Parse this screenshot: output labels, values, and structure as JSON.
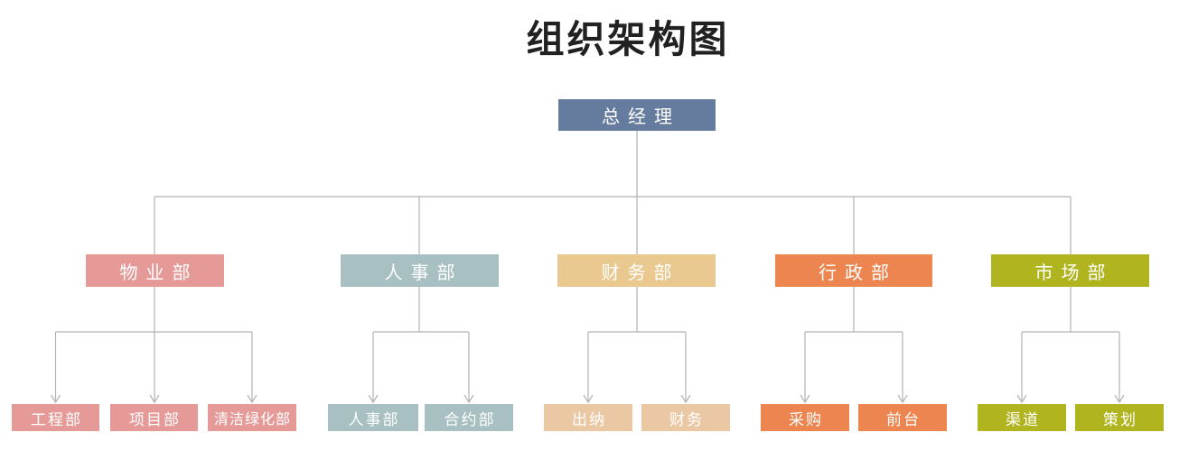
{
  "title": "组织架构图",
  "palette": {
    "slate": "#667C9E",
    "salmon": "#E69A98",
    "bluegray": "#A8C0C1",
    "gold": "#E9C98F",
    "peach": "#EBC8A4",
    "orange": "#EC8550",
    "olive": "#B0B41F",
    "line": "#B2B2B2",
    "title": "#212121",
    "box_text": "#FFFFFF"
  },
  "root": {
    "label": "总经理"
  },
  "departments": [
    {
      "label": "物业部",
      "children": [
        {
          "label": "工程部"
        },
        {
          "label": "项目部"
        },
        {
          "label": "清洁绿化部"
        }
      ]
    },
    {
      "label": "人事部",
      "children": [
        {
          "label": "人事部"
        },
        {
          "label": "合约部"
        }
      ]
    },
    {
      "label": "财务部",
      "children": [
        {
          "label": "出纳"
        },
        {
          "label": "财务"
        }
      ]
    },
    {
      "label": "行政部",
      "children": [
        {
          "label": "采购"
        },
        {
          "label": "前台"
        }
      ]
    },
    {
      "label": "市场部",
      "children": [
        {
          "label": "渠道"
        },
        {
          "label": "策划"
        }
      ]
    }
  ]
}
